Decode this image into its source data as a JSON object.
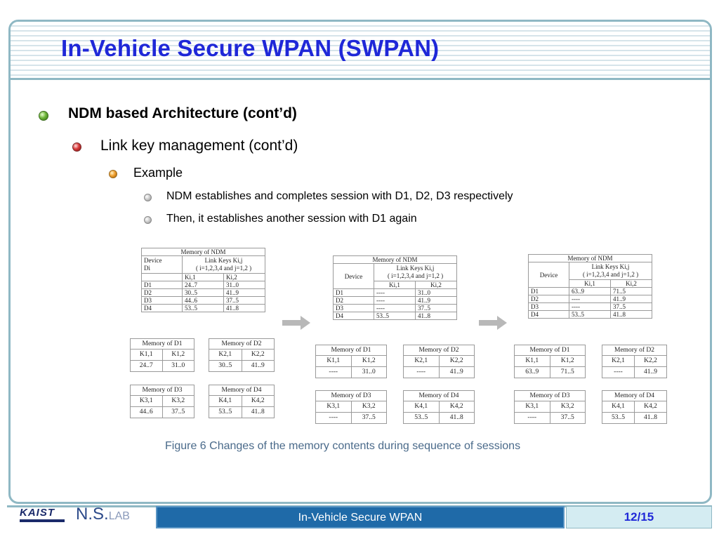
{
  "slide": {
    "title": "In-Vehicle Secure WPAN (SWPAN)",
    "bullets": {
      "l1": "NDM based Architecture (cont’d)",
      "l2": "Link key management (cont’d)",
      "l3": "Example",
      "l4a": "NDM establishes and completes session with D1, D2, D3 respectively",
      "l4b": "Then, it establishes another session with D1 again"
    },
    "caption": "Figure 6 Changes of the memory contents during sequence of sessions"
  },
  "figure": {
    "ndm_title": "Memory of NDM",
    "device_label_1": "Device",
    "device_label_2": "Di",
    "link_keys_1": "Link Keys Ki,j",
    "link_keys_2": "( i=1,2,3,4 and j=1,2 )",
    "k1": "Ki,1",
    "k2": "Ki,2",
    "devices": [
      "D1",
      "D2",
      "D3",
      "D4"
    ],
    "states": [
      {
        "ndm": [
          [
            "24..7",
            "31..0"
          ],
          [
            "30..5",
            "41..9"
          ],
          [
            "44..6",
            "37..5"
          ],
          [
            "53..5",
            "41..8"
          ]
        ],
        "mem": [
          {
            "title": "Memory of D1",
            "k1": "K1,1",
            "k2": "K1,2",
            "v1": "24..7",
            "v2": "31..0"
          },
          {
            "title": "Memory of D2",
            "k1": "K2,1",
            "k2": "K2,2",
            "v1": "30..5",
            "v2": "41..9"
          },
          {
            "title": "Memory of D3",
            "k1": "K3,1",
            "k2": "K3,2",
            "v1": "44..6",
            "v2": "37..5"
          },
          {
            "title": "Memory of D4",
            "k1": "K4,1",
            "k2": "K4,2",
            "v1": "53..5",
            "v2": "41..8"
          }
        ]
      },
      {
        "ndm": [
          [
            "----",
            "31..0"
          ],
          [
            "----",
            "41..9"
          ],
          [
            "----",
            "37..5"
          ],
          [
            "53..5",
            "41..8"
          ]
        ],
        "mem": [
          {
            "title": "Memory of D1",
            "k1": "K1,1",
            "k2": "K1,2",
            "v1": "----",
            "v2": "31..0"
          },
          {
            "title": "Memory of D2",
            "k1": "K2,1",
            "k2": "K2,2",
            "v1": "----",
            "v2": "41..9"
          },
          {
            "title": "Memory of D3",
            "k1": "K3,1",
            "k2": "K3,2",
            "v1": "----",
            "v2": "37..5"
          },
          {
            "title": "Memory of D4",
            "k1": "K4,1",
            "k2": "K4,2",
            "v1": "53..5",
            "v2": "41..8"
          }
        ]
      },
      {
        "ndm": [
          [
            "63..9",
            "71..5"
          ],
          [
            "----",
            "41..9"
          ],
          [
            "----",
            "37..5"
          ],
          [
            "53..5",
            "41..8"
          ]
        ],
        "mem": [
          {
            "title": "Memory of D1",
            "k1": "K1,1",
            "k2": "K1,2",
            "v1": "63..9",
            "v2": "71..5"
          },
          {
            "title": "Memory of D2",
            "k1": "K2,1",
            "k2": "K2,2",
            "v1": "----",
            "v2": "41..9"
          },
          {
            "title": "Memory of D3",
            "k1": "K3,1",
            "k2": "K3,2",
            "v1": "----",
            "v2": "37..5"
          },
          {
            "title": "Memory of D4",
            "k1": "K4,1",
            "k2": "K4,2",
            "v1": "53..5",
            "v2": "41..8"
          }
        ]
      }
    ]
  },
  "footer": {
    "logo_kaist": "KAIST",
    "logo_ns": "N.S.",
    "logo_lab": "LAB",
    "center_text": "In-Vehicle Secure WPAN",
    "page": "12/15"
  },
  "colors": {
    "title": "#1f28d8",
    "frame": "#8fb8c4",
    "footer_blue": "#1f6aa8",
    "caption": "#4a6a8a"
  }
}
